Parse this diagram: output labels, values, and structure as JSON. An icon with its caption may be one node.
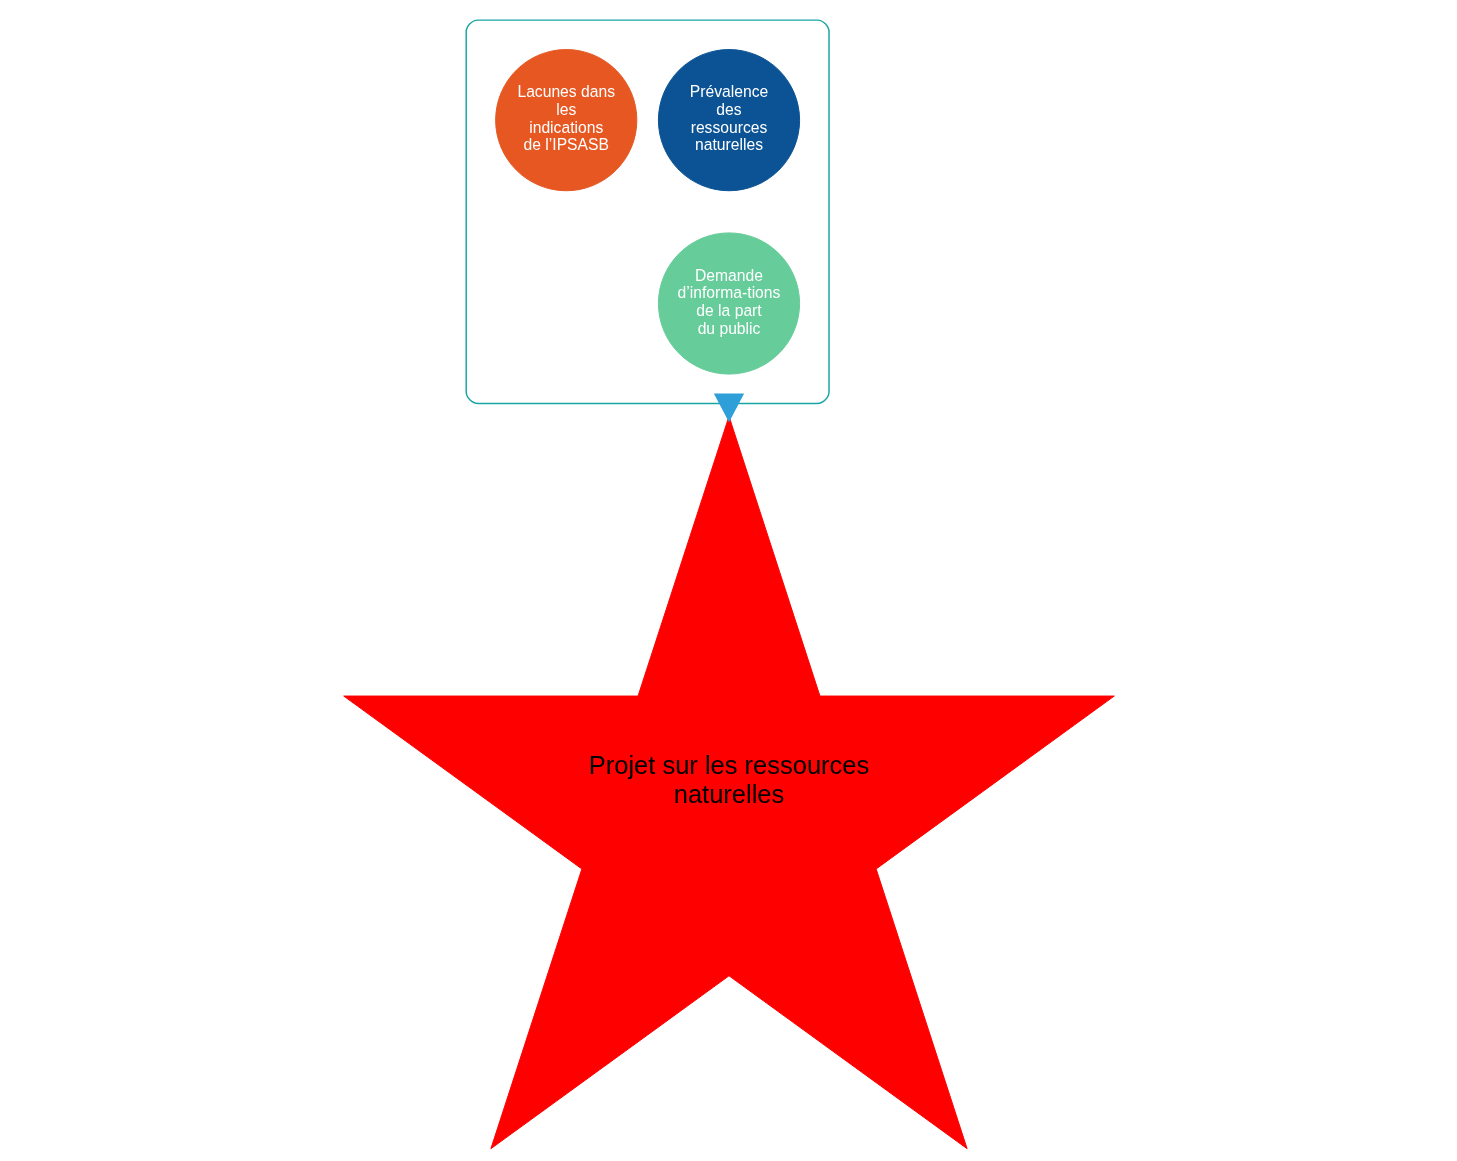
{
  "diagram": {
    "nodes": [
      {
        "text": [],
        "shape": "funnel"
      },
      {
        "text": [
          "Prévalence des ressources naturelles"
        ],
        "in": 0
      },
      {
        "text": [
          "Lacunes dans les indications de l’IPSASB"
        ],
        "in": 0
      },
      {
        "text": [
          "Demande d’informa-tions de la part du public"
        ],
        "in": 0
      },
      {
        "text": [
          "Projet sur les ressources naturelles"
        ]
      }
    ],
    "edges": [
      {
        "from": 0,
        "to": 4,
        "arrow": "to",
        "style": "thick",
        "color": "#2e9fd8"
      }
    ]
  }
}
